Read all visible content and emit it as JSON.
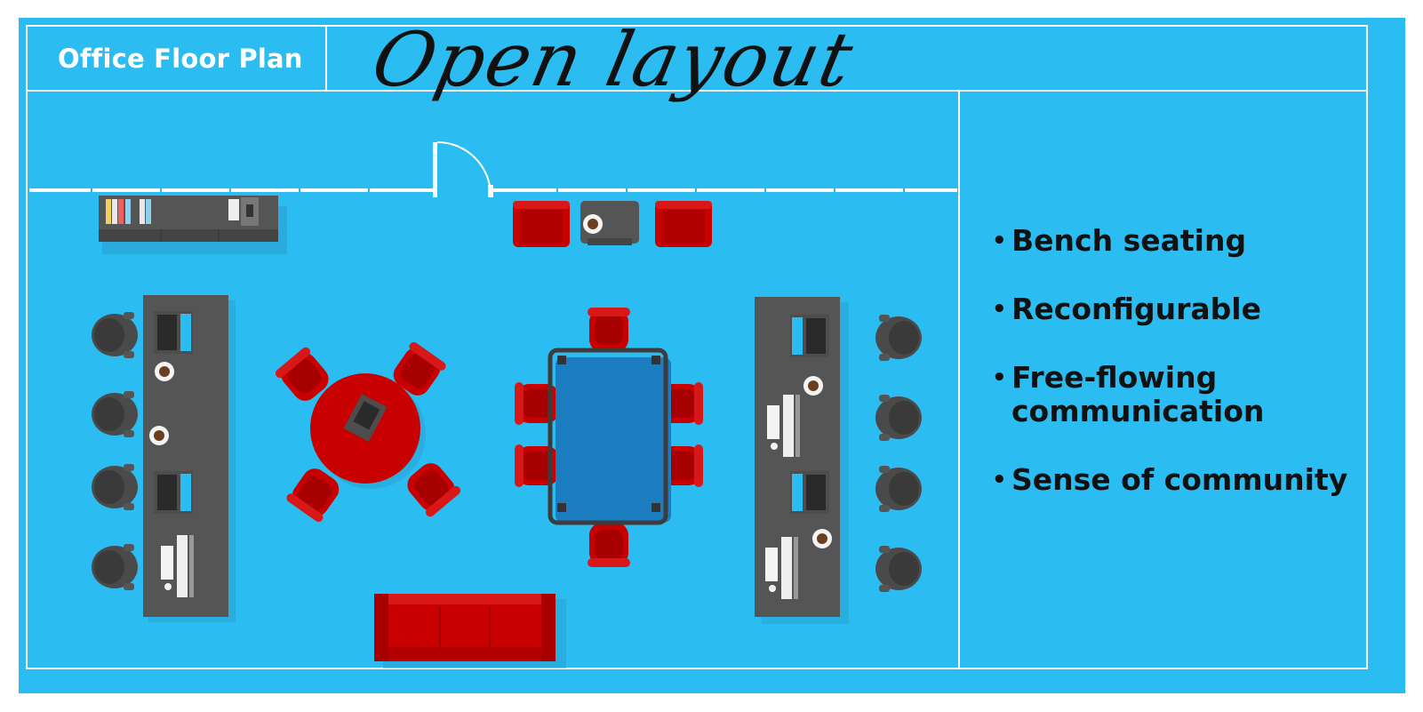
{
  "header": {
    "title": "Office Floor Plan",
    "subtitle": "Open layout"
  },
  "features": [
    {
      "label": "Bench seating"
    },
    {
      "label": "Reconfigurable"
    },
    {
      "label": "Free-flowing communication"
    },
    {
      "label": "Sense of community"
    }
  ],
  "colors": {
    "background": "#2bbdf1",
    "line": "#ffffff",
    "furniture": "#555555",
    "chair": "#4a4a4a",
    "accent": "#c90000",
    "table_glass": "#1b7dbf",
    "text": "#111111"
  },
  "icons": [
    "bookshelf-icon",
    "door-icon",
    "armchair-icon",
    "coffee-table-icon",
    "bench-desk-icon",
    "office-chair-icon",
    "laptop-icon",
    "coffee-cup-icon",
    "desktop-computer-icon",
    "round-table-icon",
    "conference-table-icon",
    "sofa-icon"
  ]
}
